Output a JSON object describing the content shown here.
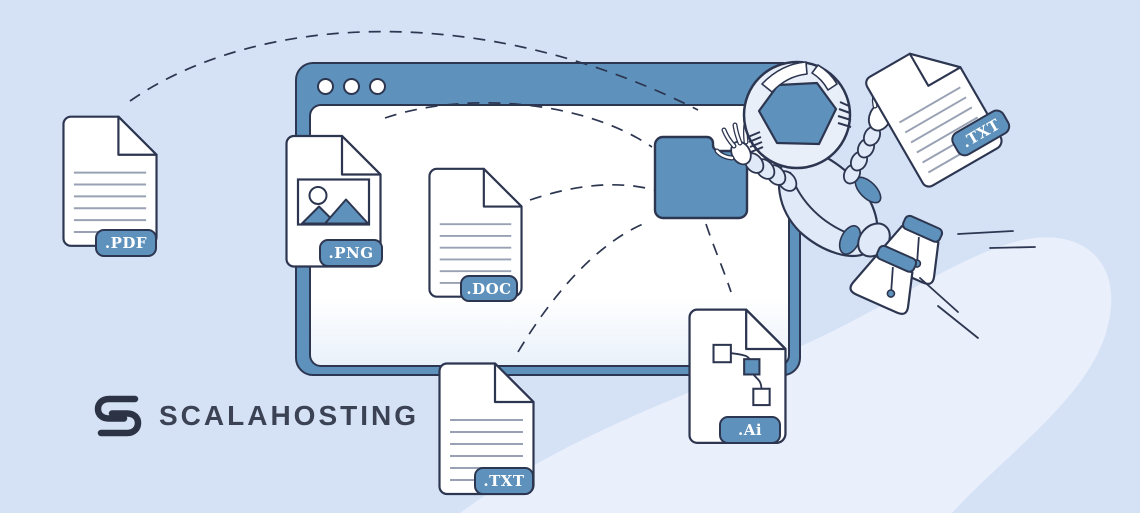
{
  "brand": {
    "logo_text": "SCALAHOSTING",
    "logo_icon": "scalahosting-s-icon"
  },
  "illustration": {
    "description_elements": [
      "browser-window",
      "upload-folder-icon",
      "astronaut-figure",
      "dashed-transfer-arrows",
      "speed-lines"
    ],
    "window": {
      "controls_count": 3
    },
    "files": [
      {
        "key": "pdf",
        "badge": ".PDF",
        "kind": "text-document"
      },
      {
        "key": "png",
        "badge": ".PNG",
        "kind": "image-document"
      },
      {
        "key": "doc",
        "badge": ".DOC",
        "kind": "text-document"
      },
      {
        "key": "txt-bottom",
        "badge": ".TXT",
        "kind": "text-document"
      },
      {
        "key": "ai",
        "badge": ".Ai",
        "kind": "vector-document"
      },
      {
        "key": "txt-held",
        "badge": ".TXT",
        "kind": "text-document"
      }
    ]
  },
  "colors": {
    "background": "#d5e2f6",
    "wave": "#e9effb",
    "accent_blue": "#5e92bc",
    "outline_navy": "#2d3650",
    "paper": "#ffffff",
    "suit_light": "#dfe9f7",
    "logo_text": "#3a4254"
  }
}
